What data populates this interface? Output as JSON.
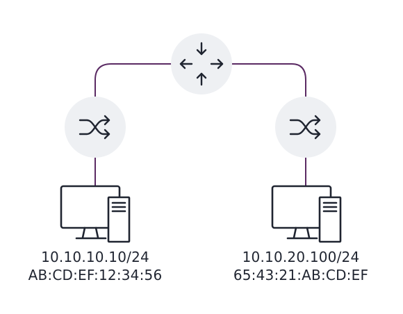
{
  "diagram": {
    "colors": {
      "link": "#5a2a63",
      "node_fill": "#eef0f3",
      "icon_stroke": "#1f2430",
      "text": "#1f2430",
      "background": "#ffffff"
    },
    "router": {
      "icon": "router-icon"
    },
    "left_switch": {
      "icon": "switch-shuffle-icon"
    },
    "right_switch": {
      "icon": "switch-shuffle-icon"
    },
    "left_host": {
      "icon": "desktop-computer-icon",
      "ip": "10.10.10.10/24",
      "mac": "AB:CD:EF:12:34:56"
    },
    "right_host": {
      "icon": "desktop-computer-icon",
      "ip": "10.10.20.100/24",
      "mac": "65:43:21:AB:CD:EF"
    }
  }
}
